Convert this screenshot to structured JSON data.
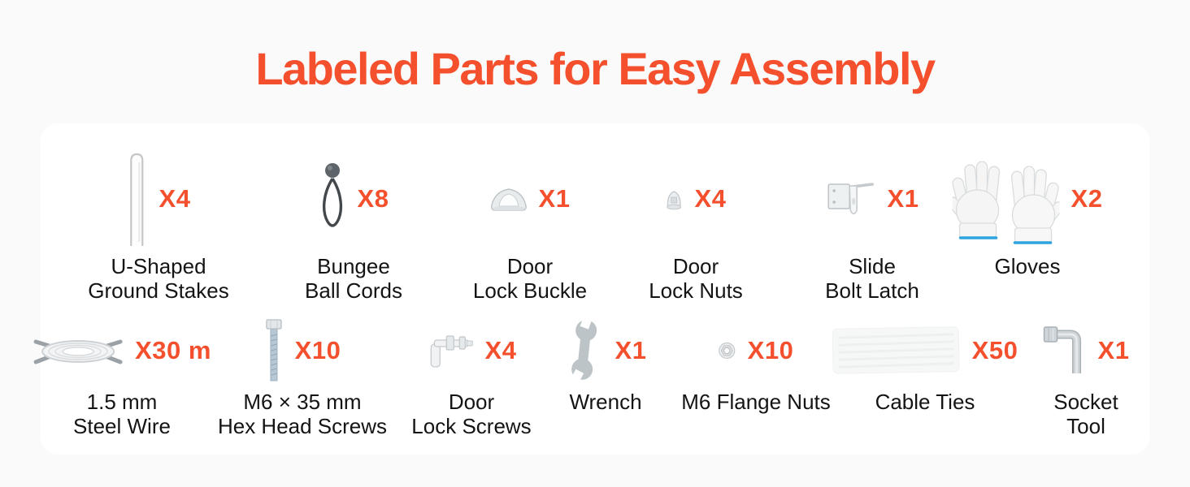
{
  "title": "Labeled Parts for Easy Assembly",
  "colors": {
    "accent": "#F4502E",
    "glove_trim": "#2FA3DD",
    "card_background": "#FFFFFF",
    "page_background": "#FAFAFA"
  },
  "parts": {
    "row1": [
      {
        "label": "U-Shaped\nGround Stakes",
        "qty": "X4",
        "icon": "u-shaped-ground-stake-icon"
      },
      {
        "label": "Bungee\nBall Cords",
        "qty": "X8",
        "icon": "bungee-ball-cord-icon"
      },
      {
        "label": "Door\nLock Buckle",
        "qty": "X1",
        "icon": "door-lock-buckle-icon"
      },
      {
        "label": "Door\nLock Nuts",
        "qty": "X4",
        "icon": "door-lock-nut-icon"
      },
      {
        "label": "Slide\nBolt Latch",
        "qty": "X1",
        "icon": "slide-bolt-latch-icon"
      },
      {
        "label": "Gloves",
        "qty": "X2",
        "icon": "gloves-icon"
      }
    ],
    "row2": [
      {
        "label": "1.5 mm\nSteel Wire",
        "qty": "X30 m",
        "icon": "steel-wire-icon"
      },
      {
        "label": "M6 × 35 mm\nHex Head Screws",
        "qty": "X10",
        "icon": "hex-head-screw-icon"
      },
      {
        "label": "Door\nLock Screws",
        "qty": "X4",
        "icon": "door-lock-screw-icon"
      },
      {
        "label": "Wrench",
        "qty": "X1",
        "icon": "wrench-icon"
      },
      {
        "label": "M6 Flange Nuts",
        "qty": "X10",
        "icon": "flange-nut-icon"
      },
      {
        "label": "Cable Ties",
        "qty": "X50",
        "icon": "cable-ties-icon"
      },
      {
        "label": "Socket Tool",
        "qty": "X1",
        "icon": "socket-tool-icon"
      }
    ]
  }
}
